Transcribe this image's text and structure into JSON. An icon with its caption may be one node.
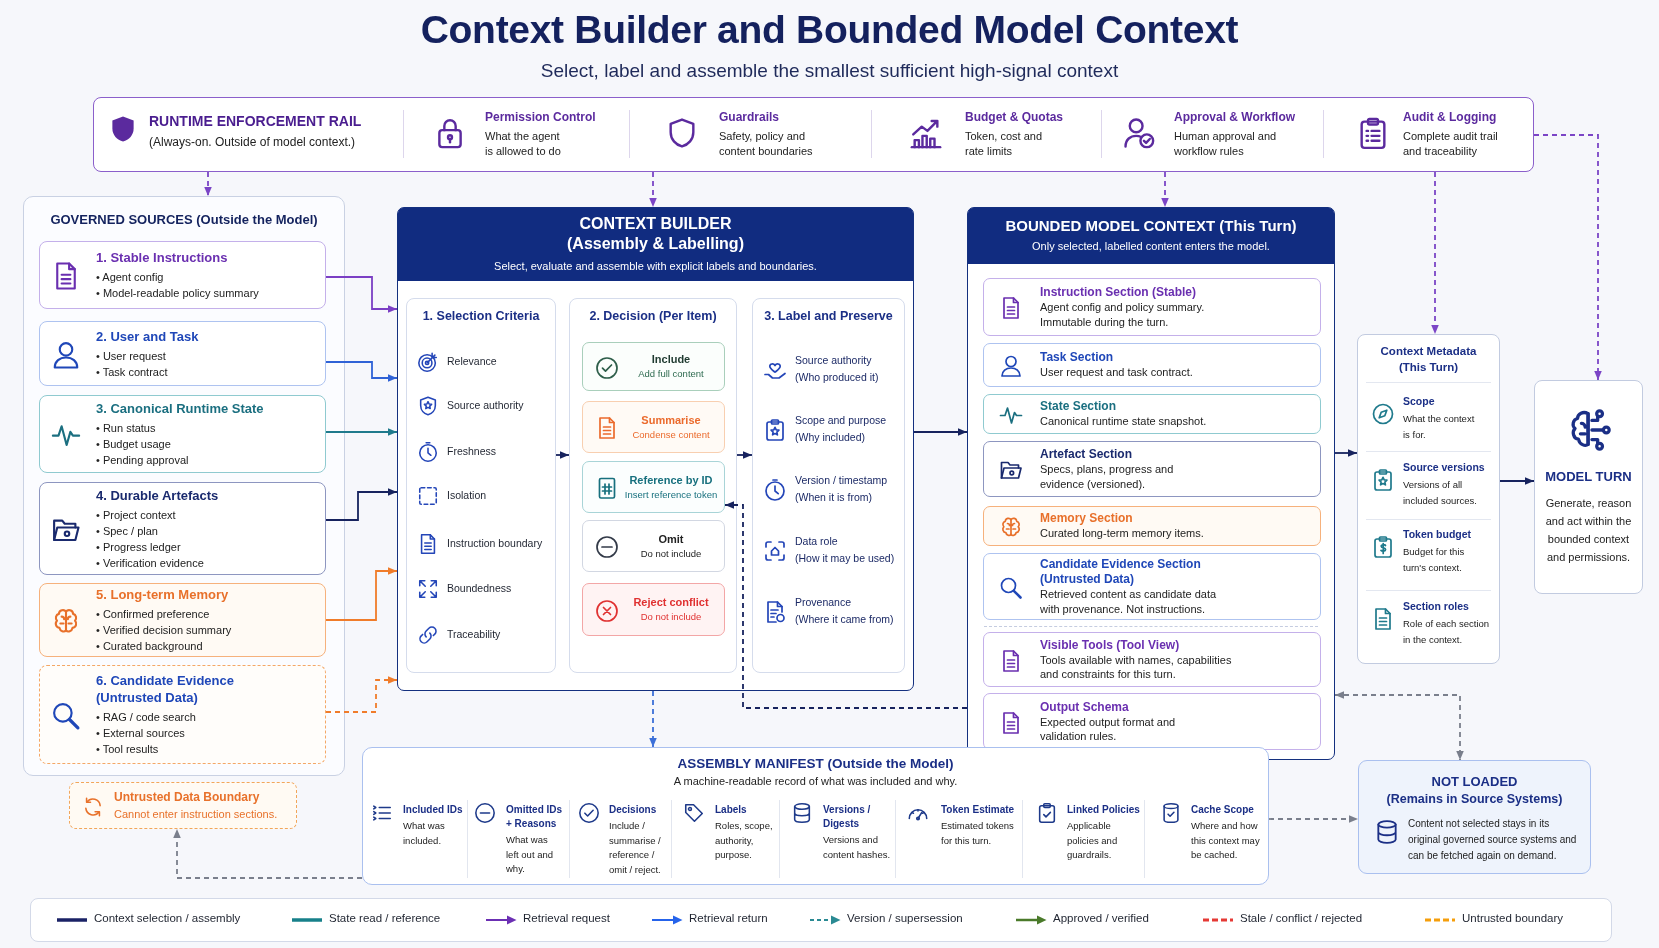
{
  "diagram": {
    "title": "Context Builder and Bounded Model Context",
    "nodes": [
      {
        "text": [
          "RUNTIME ENFORCEMENT RAIL",
          "(Always-on. Outside of model context.)",
          "Permission Control",
          "What the agent is allowed to do",
          "Guardrails",
          "Safety, policy and content boundaries",
          "Budget & Quotas",
          "Token, cost and rate limits",
          "Approval & Workflow",
          "Human approval and workflow rules",
          "Audit & Logging",
          "Complete audit trail and traceability"
        ]
      },
      {
        "text": [
          "GOVERNED SOURCES (Outside the Model)"
        ]
      },
      {
        "text": [
          "1. Stable Instructions",
          "• Agent config",
          "• Model-readable policy summary"
        ],
        "in": 1
      },
      {
        "text": [
          "2. User and Task",
          "• User request",
          "• Task contract"
        ],
        "in": 1
      },
      {
        "text": [
          "3. Canonical Runtime State",
          "• Run status",
          "• Budget usage",
          "• Pending approval"
        ],
        "in": 1
      },
      {
        "text": [
          "4. Durable Artefacts",
          "• Project context",
          "• Spec / plan",
          "• Progress ledger",
          "• Verification evidence"
        ],
        "in": 1
      },
      {
        "text": [
          "5. Long-term Memory",
          "• Confirmed preference",
          "• Verified decision summary",
          "• Curated background"
        ],
        "in": 1
      },
      {
        "text": [
          "6. Candidate Evidence (Untrusted Data)",
          "• RAG / code search",
          "• External sources",
          "• Tool results"
        ],
        "in": 1
      },
      {
        "text": [
          "Untrusted Data Boundary",
          "Cannot enter instruction sections."
        ]
      },
      {
        "text": [
          "CONTEXT BUILDER (Assembly & Labelling)",
          "Select, evaluate and assemble with explicit labels and boundaries."
        ]
      },
      {
        "text": [
          "1. Selection Criteria",
          "Relevance",
          "Source authority",
          "Freshness",
          "Isolation",
          "Instruction boundary",
          "Boundedness",
          "Traceability"
        ],
        "in": 9
      },
      {
        "text": [
          "2. Decision (Per Item)"
        ],
        "in": 9
      },
      {
        "text": [
          "Include",
          "Add full content"
        ],
        "in": 11
      },
      {
        "text": [
          "Summarise",
          "Condense content"
        ],
        "in": 11
      },
      {
        "text": [
          "Reference by ID",
          "Insert reference token"
        ],
        "in": 11
      },
      {
        "text": [
          "Omit",
          "Do not include"
        ],
        "in": 11
      },
      {
        "text": [
          "Reject conflict",
          "Do not include"
        ],
        "in": 11
      },
      {
        "text": [
          "3. Label and Preserve",
          "Source authority",
          "(Who produced it)",
          "Scope and purpose",
          "(Why included)",
          "Version / timestamp",
          "(When it is from)",
          "Data role",
          "(How it may be used)",
          "Provenance",
          "(Where it came from)"
        ],
        "in": 9
      },
      {
        "text": [
          "BOUNDED MODEL CONTEXT (This Turn)",
          "Only selected, labelled content enters the model."
        ]
      },
      {
        "text": [
          "Instruction Section (Stable)",
          "Agent config and policy summary. Immutable during the turn."
        ],
        "in": 18
      },
      {
        "text": [
          "Task Section",
          "User request and task contract."
        ],
        "in": 18
      },
      {
        "text": [
          "State Section",
          "Canonical runtime state snapshot."
        ],
        "in": 18
      },
      {
        "text": [
          "Artefact Section",
          "Specs, plans, progress and evidence (versioned)."
        ],
        "in": 18
      },
      {
        "text": [
          "Memory Section",
          "Curated long-term memory items."
        ],
        "in": 18
      },
      {
        "text": [
          "Candidate Evidence Section (Untrusted Data)",
          "Retrieved content as candidate data with provenance. Not instructions."
        ],
        "in": 18
      },
      {
        "text": [
          "Visible Tools (Tool View)",
          "Tools available with names, capabilities and constraints for this turn."
        ],
        "in": 18
      },
      {
        "text": [
          "Output Schema",
          "Expected output format and validation rules."
        ],
        "in": 18
      },
      {
        "text": [
          "Context Metadata (This Turn)",
          "Scope",
          "What the context is for.",
          "Source versions",
          "Versions of all included sources.",
          "Token budget",
          "Budget for this turn's context.",
          "Section roles",
          "Role of each section in the context."
        ]
      },
      {
        "text": [
          "MODEL TURN",
          "Generate, reason and act within the bounded context and permissions."
        ]
      },
      {
        "text": [
          "ASSEMBLY MANIFEST (Outside the Model)",
          "A machine-readable record of what was included and why.",
          "Included IDs",
          "What was included.",
          "Omitted IDs + Reasons",
          "What was left out and why.",
          "Decisions",
          "Include / summarise / reference / omit / reject.",
          "Labels",
          "Roles, scope, authority, purpose.",
          "Versions / Digests",
          "Versions and content hashes.",
          "Token Estimate",
          "Estimated tokens for this turn.",
          "Linked Policies",
          "Applicable policies and guardrails.",
          "Cache Scope",
          "Where and how this context may be cached."
        ]
      },
      {
        "text": [
          "NOT LOADED",
          "(Remains in Source Systems)",
          "Content not selected stays in its original governed source systems and can be fetched again on demand."
        ]
      }
    ],
    "edges": [
      {
        "from": 0,
        "to": 1,
        "arrow": "to",
        "style": "dashed",
        "color": "#7b45c6"
      },
      {
        "from": 0,
        "to": 9,
        "arrow": "to",
        "style": "dashed",
        "color": "#7b45c6"
      },
      {
        "from": 0,
        "to": 18,
        "arrow": "to",
        "style": "dashed",
        "color": "#7b45c6"
      },
      {
        "from": 0,
        "to": 27,
        "arrow": "to",
        "style": "dashed",
        "color": "#7b45c6"
      },
      {
        "from": 0,
        "to": 28,
        "arrow": "to",
        "style": "dashed",
        "color": "#7b45c6"
      },
      {
        "from": 2,
        "to": 9,
        "arrow": "to",
        "color": "#7b3fc4"
      },
      {
        "from": 3,
        "to": 9,
        "arrow": "to",
        "color": "#2f62d6"
      },
      {
        "from": 4,
        "to": 9,
        "arrow": "to",
        "color": "#1f7a8c"
      },
      {
        "from": 5,
        "to": 9,
        "arrow": "to"
      },
      {
        "from": 6,
        "to": 9,
        "arrow": "to",
        "color": "#f07c2a"
      },
      {
        "from": 7,
        "to": 9,
        "arrow": "to",
        "style": "dashed",
        "color": "#f07c2a"
      },
      {
        "from": 10,
        "to": 11,
        "arrow": "to"
      },
      {
        "from": 11,
        "to": 17,
        "arrow": "to"
      },
      {
        "from": 9,
        "to": 18,
        "arrow": "to"
      },
      {
        "from": 18,
        "to": 27,
        "arrow": "to"
      },
      {
        "from": 27,
        "to": 28,
        "arrow": "to"
      },
      {
        "from": 9,
        "to": 29,
        "arrow": "to",
        "style": "dashed",
        "color": "#3b6fd8"
      },
      {
        "from": 18,
        "to": 14,
        "arrow": "to",
        "style": "dashed"
      },
      {
        "from": 18,
        "to": 30,
        "arrow": "both",
        "style": "dashed",
        "color": "#7a7f8c"
      },
      {
        "from": 29,
        "to": 30,
        "arrow": "to",
        "style": "dashed",
        "color": "#7a7f8c"
      },
      {
        "from": 29,
        "to": 8,
        "arrow": "to",
        "style": "dashed",
        "color": "#7a7f8c"
      }
    ],
    "labels": [
      "Select, label and assemble the smallest sufficient high-signal context"
    ],
    "legend": [
      {
        "text": "Context selection / assembly"
      },
      {
        "text": "State read / reference"
      },
      {
        "text": "Retrieval request"
      },
      {
        "text": "Retrieval return"
      },
      {
        "text": "Version / supersession"
      },
      {
        "text": "Approved / verified"
      },
      {
        "text": "Stale / conflict / rejected"
      },
      {
        "text": "Untrusted boundary"
      }
    ]
  }
}
